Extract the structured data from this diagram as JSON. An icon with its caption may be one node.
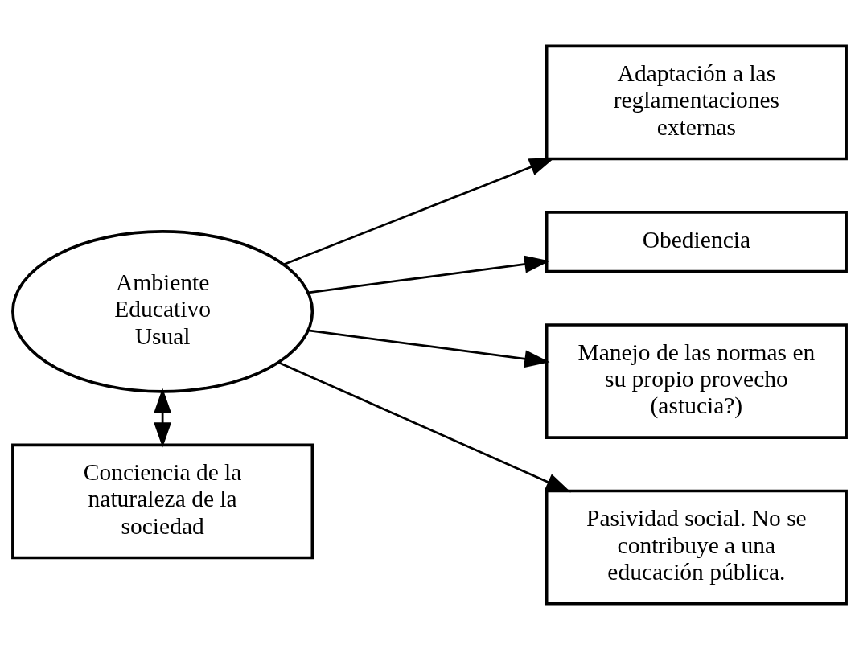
{
  "diagram": {
    "nodes": [
      {
        "text": [
          "Ambiente Educativo Usual"
        ]
      },
      {
        "text": [
          "Adaptación a las reglamentaciones externas"
        ]
      },
      {
        "text": [
          "Obediencia"
        ]
      },
      {
        "text": [
          "Manejo de las normas en su propio provecho (astucia?)"
        ]
      },
      {
        "text": [
          "Pasividad social. No se contribuye a una educación pública."
        ]
      },
      {
        "text": [
          "Conciencia de la naturaleza de la sociedad"
        ]
      }
    ],
    "edges": [
      {
        "from": 0,
        "to": 1,
        "arrow": "to"
      },
      {
        "from": 0,
        "to": 2,
        "arrow": "to"
      },
      {
        "from": 0,
        "to": 3,
        "arrow": "to"
      },
      {
        "from": 0,
        "to": 4,
        "arrow": "to"
      },
      {
        "from": 0,
        "to": 5,
        "arrow": "both"
      }
    ]
  }
}
